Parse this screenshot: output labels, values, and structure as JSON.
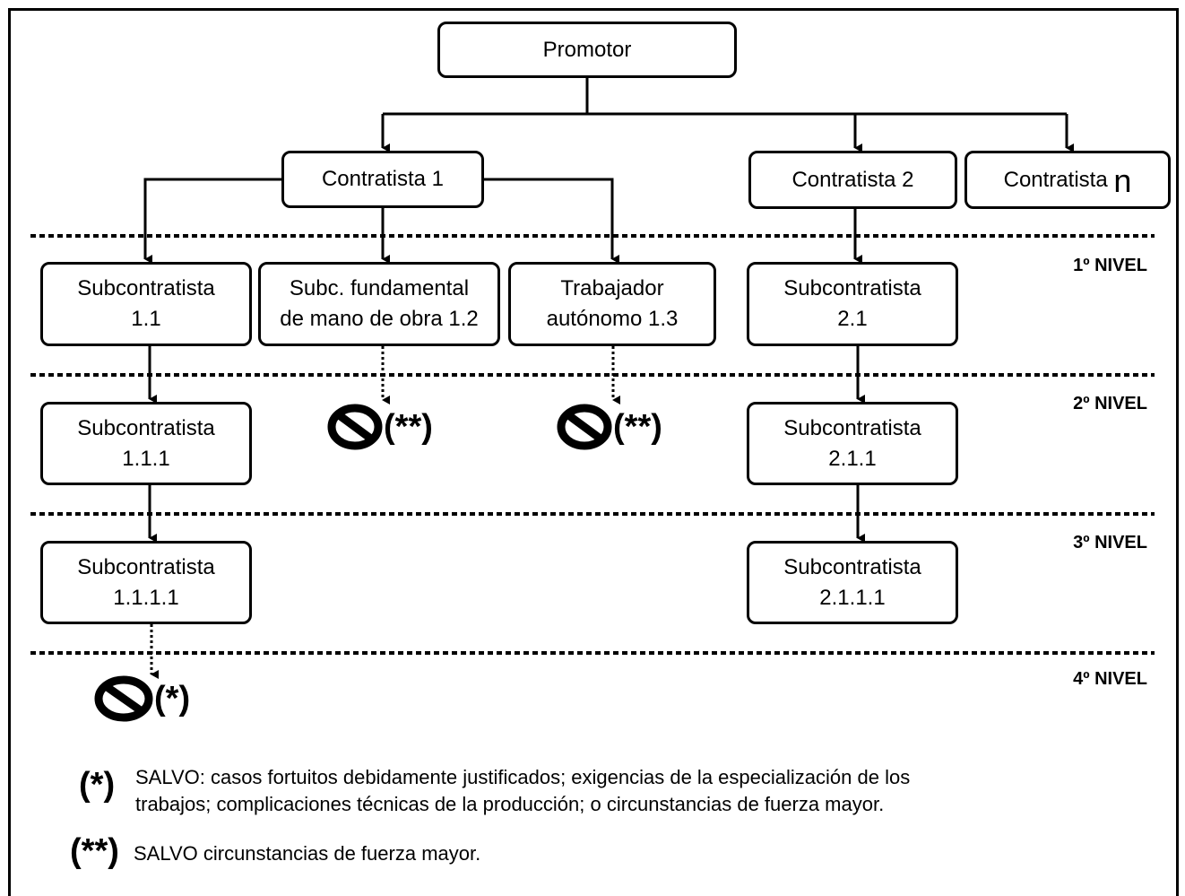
{
  "nodes": {
    "promotor": "Promotor",
    "contratista1": "Contratista 1",
    "contratista2": "Contratista 2",
    "contratistaN_prefix": "Contratista",
    "contratistaN_suffix": "n",
    "sub_1_1": [
      "Subcontratista",
      "1.1"
    ],
    "sub_1_2": [
      "Subc. fundamental",
      "de mano de obra 1.2"
    ],
    "sub_1_3": [
      "Trabajador",
      "autónomo 1.3"
    ],
    "sub_2_1": [
      "Subcontratista",
      "2.1"
    ],
    "sub_1_1_1": [
      "Subcontratista",
      "1.1.1"
    ],
    "sub_2_1_1": [
      "Subcontratista",
      "2.1.1"
    ],
    "sub_1_1_1_1": [
      "Subcontratista",
      "1.1.1.1"
    ],
    "sub_2_1_1_1": [
      "Subcontratista",
      "2.1.1.1"
    ]
  },
  "levels": [
    "1º NIVEL",
    "2º NIVEL",
    "3º NIVEL",
    "4º NIVEL"
  ],
  "prohibitions": {
    "double": "(**)",
    "single": "(*)",
    "icon": "prohibited-icon"
  },
  "notes": {
    "single_mark": "(*)",
    "single_line1": "SALVO: casos fortuitos debidamente justificados; exigencias de la especialización de los",
    "single_line2": "trabajos; complicaciones técnicas de la producción; o circunstancias de fuerza mayor.",
    "double_mark": "(**)",
    "double_text": "SALVO circunstancias de fuerza mayor."
  },
  "colors": {
    "line": "#000000",
    "background": "#ffffff"
  }
}
